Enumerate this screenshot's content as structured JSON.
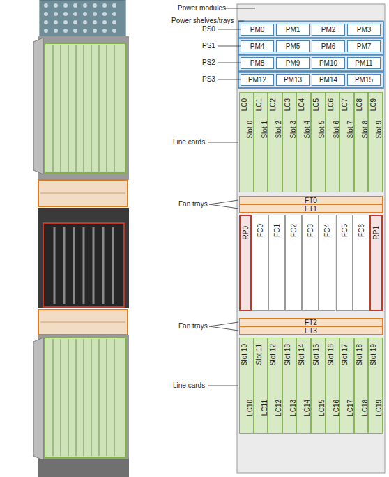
{
  "diagram": {
    "nodes": [
      {
        "text": [
          "PM0"
        ]
      },
      {
        "text": [
          "PM1"
        ]
      },
      {
        "text": [
          "PM2"
        ]
      },
      {
        "text": [
          "PM3"
        ]
      },
      {
        "text": [
          "PM4"
        ]
      },
      {
        "text": [
          "PM5"
        ]
      },
      {
        "text": [
          "PM6"
        ]
      },
      {
        "text": [
          "PM7"
        ]
      },
      {
        "text": [
          "PM8"
        ]
      },
      {
        "text": [
          "PM9"
        ]
      },
      {
        "text": [
          "PM10"
        ]
      },
      {
        "text": [
          "PM11"
        ]
      },
      {
        "text": [
          "PM12"
        ]
      },
      {
        "text": [
          "PM13"
        ]
      },
      {
        "text": [
          "PM14"
        ]
      },
      {
        "text": [
          "PM15"
        ]
      },
      {
        "text": [
          "LC0",
          "Slot 0"
        ]
      },
      {
        "text": [
          "LC1",
          "Slot 1"
        ]
      },
      {
        "text": [
          "LC2",
          "Slot 2"
        ]
      },
      {
        "text": [
          "LC3",
          "Slot 3"
        ]
      },
      {
        "text": [
          "LC4",
          "Slot 4"
        ]
      },
      {
        "text": [
          "LC5",
          "Slot 5"
        ]
      },
      {
        "text": [
          "LC6",
          "Slot 6"
        ]
      },
      {
        "text": [
          "LC7",
          "Slot 7"
        ]
      },
      {
        "text": [
          "LC8",
          "Slot 8"
        ]
      },
      {
        "text": [
          "LC9",
          "Slot 9"
        ]
      },
      {
        "text": [
          "FT0"
        ]
      },
      {
        "text": [
          "FT1"
        ]
      },
      {
        "text": [
          "RP0"
        ]
      },
      {
        "text": [
          "FC0"
        ]
      },
      {
        "text": [
          "FC1"
        ]
      },
      {
        "text": [
          "FC2"
        ]
      },
      {
        "text": [
          "FC3"
        ]
      },
      {
        "text": [
          "FC4"
        ]
      },
      {
        "text": [
          "FC5"
        ]
      },
      {
        "text": [
          "FC6"
        ]
      },
      {
        "text": [
          "RP1"
        ]
      },
      {
        "text": [
          "FT2"
        ]
      },
      {
        "text": [
          "FT3"
        ]
      },
      {
        "text": [
          "Slot 10",
          "LC10"
        ]
      },
      {
        "text": [
          "Slot 11",
          "LC11"
        ]
      },
      {
        "text": [
          "Slot 12",
          "LC12"
        ]
      },
      {
        "text": [
          "Slot 13",
          "LC13"
        ]
      },
      {
        "text": [
          "Slot 14",
          "LC14"
        ]
      },
      {
        "text": [
          "Slot 15",
          "LC15"
        ]
      },
      {
        "text": [
          "Slot 16",
          "LC16"
        ]
      },
      {
        "text": [
          "Slot 17",
          "LC17"
        ]
      },
      {
        "text": [
          "Slot 18",
          "LC18"
        ]
      },
      {
        "text": [
          "Slot 19",
          "LC19"
        ]
      }
    ],
    "labels": [
      "Power modules",
      "Power shelves/trays",
      "PS0",
      "PS1",
      "PS2",
      "PS3",
      "Line cards",
      "Fan trays",
      "Fan trays",
      "Line cards"
    ]
  }
}
